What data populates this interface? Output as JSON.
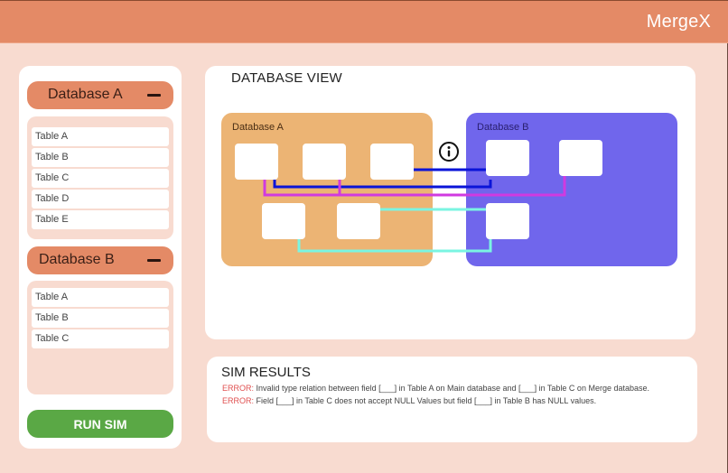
{
  "app": {
    "title": "MergeX"
  },
  "sidebar": {
    "databases": [
      {
        "label": "Database A",
        "collapse_icon": "minus-icon",
        "tables": [
          "Table A",
          "Table B",
          "Table C",
          "Table D",
          "Table E"
        ]
      },
      {
        "label": "Database B",
        "collapse_icon": "minus-icon",
        "tables": [
          "Table A",
          "Table B",
          "Table C"
        ]
      }
    ],
    "run_button": "RUN SIM"
  },
  "database_view": {
    "title": "DATABASE VIEW",
    "info_icon": "info-icon",
    "boxes": [
      {
        "label": "Database A",
        "color": "#ecb474",
        "table_count": 5
      },
      {
        "label": "Database B",
        "color": "#7066ec",
        "table_count": 3
      }
    ],
    "link_colors": {
      "blue": "#0a14d8",
      "magenta": "#d03ae0",
      "cyan": "#7af5e2"
    }
  },
  "sim_results": {
    "title": "SIM RESULTS",
    "lines": [
      {
        "prefix": "ERROR:",
        "text": " Invalid type relation between field [___] in Table A on Main database and [___] in Table C on Merge database."
      },
      {
        "prefix": "ERROR:",
        "text": " Field [___] in Table C does not accept NULL Values but field [___] in Table B has NULL values."
      }
    ]
  },
  "colors": {
    "header": "#e48a66",
    "background": "#f8dbd0",
    "run_button": "#5aa845",
    "error": "#e05050"
  }
}
